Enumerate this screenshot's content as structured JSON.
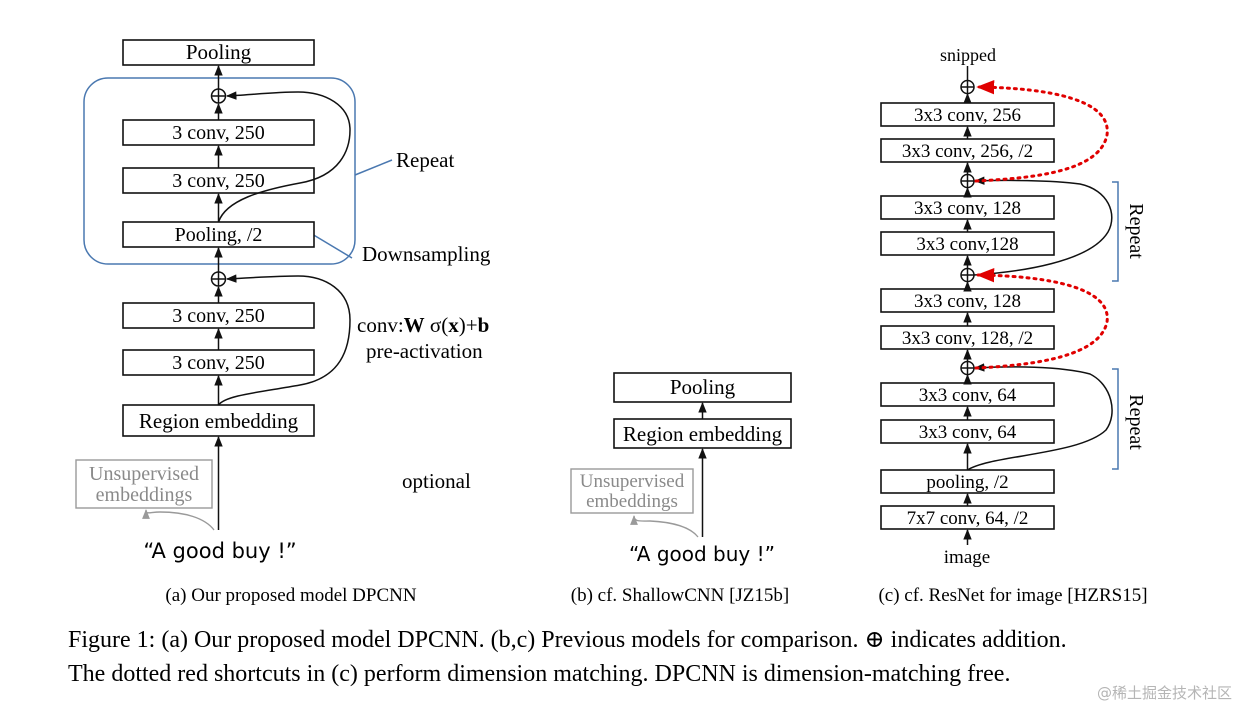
{
  "panel_a": {
    "pooling_top": "Pooling",
    "conv_a": "3 conv, 250",
    "conv_b": "3 conv, 250",
    "pooling_down": "Pooling, /2",
    "conv_c": "3 conv, 250",
    "conv_d": "3 conv, 250",
    "region": "Region embedding",
    "unsup_1": "Unsupervised",
    "unsup_2": "embeddings",
    "input": "“A good buy !”",
    "repeat": "Repeat",
    "downsampling": "Downsampling",
    "conv_formula_prefix": "conv:",
    "conv_formula_W": "W",
    "conv_formula_sigma": " σ(",
    "conv_formula_x": "x",
    "conv_formula_mid": ")+",
    "conv_formula_b": "b",
    "preact": "pre-activation",
    "optional": "optional",
    "caption": "(a)  Our proposed model DPCNN"
  },
  "panel_b": {
    "pooling": "Pooling",
    "region": "Region embedding",
    "unsup_1": "Unsupervised",
    "unsup_2": "embeddings",
    "input": "“A good buy !”",
    "caption": "(b)  cf. ShallowCNN [JZ15b]"
  },
  "panel_c": {
    "snipped": "snipped",
    "conv_256": "3x3 conv, 256",
    "conv_256_2": "3x3 conv, 256, /2",
    "conv_128_a": "3x3 conv, 128",
    "conv_128_b": "3x3 conv,128",
    "conv_128_c": "3x3 conv, 128",
    "conv_128_2": "3x3 conv, 128, /2",
    "conv_64_a": "3x3 conv, 64",
    "conv_64_b": "3x3 conv, 64",
    "pooling": "pooling, /2",
    "conv_7x7": "7x7 conv, 64, /2",
    "image": "image",
    "repeat_1": "Repeat",
    "repeat_2": "Repeat",
    "caption": "(c)  cf. ResNet for image [HZRS15]"
  },
  "figure_caption": {
    "line1_part1": "Figure 1:  (a) Our proposed model DPCNN. (b,c) Previous models for comparison.  ",
    "plus_symbol": "⊕",
    "line1_part2": " indicates addition.",
    "line2": "The dotted red shortcuts in (c) perform dimension matching. DPCNN is dimension-matching free."
  },
  "watermark": "@稀土掘金技术社区",
  "colors": {
    "shortcut_red": "#e00000",
    "callout_blue": "#4a78b0",
    "muted_gray": "#9a9a9a"
  }
}
